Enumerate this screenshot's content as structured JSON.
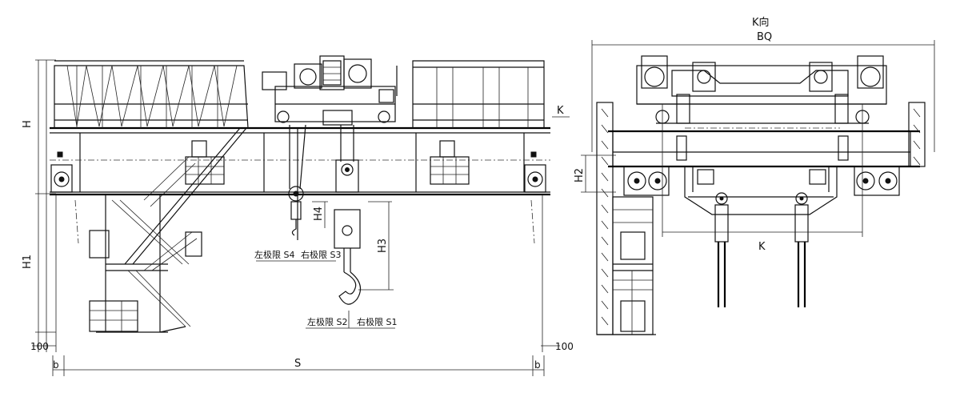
{
  "front_view": {
    "dims": {
      "h": "H",
      "h1": "H1",
      "h3": "H3",
      "h4": "H4",
      "k": "K",
      "gap_left": "100",
      "gap_right": "100",
      "b_left": "b",
      "b_right": "b",
      "span": "S"
    },
    "limits": {
      "s4": "左极限 S4",
      "s3": "右极限 S3",
      "s2": "左极限 S2",
      "s1": "右极限 S1"
    }
  },
  "side_view": {
    "view_label": "K向",
    "bq": "BQ",
    "h2": "H2",
    "k": "K"
  }
}
